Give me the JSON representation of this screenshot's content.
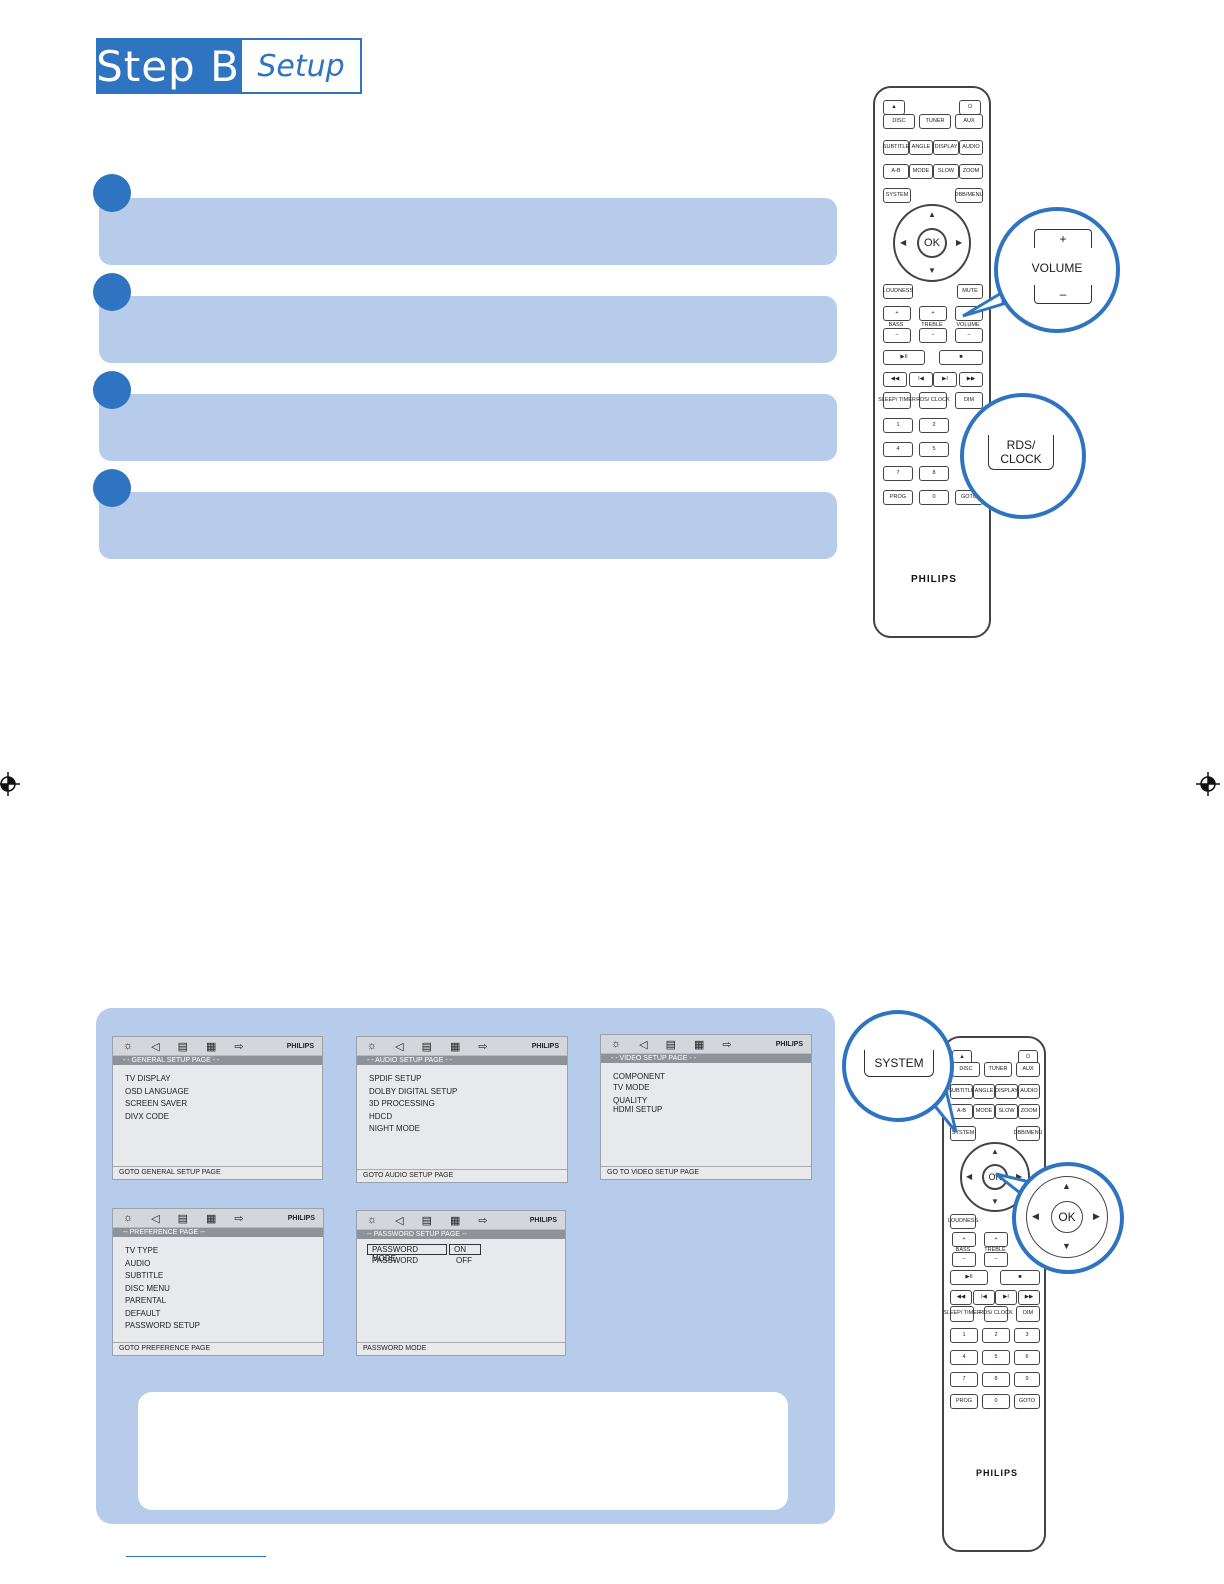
{
  "header": {
    "step": "Step B",
    "section": "Setup"
  },
  "steps": [
    {
      "num": "",
      "text": ""
    },
    {
      "num": "",
      "text": ""
    },
    {
      "num": "",
      "text": ""
    },
    {
      "num": "",
      "text": ""
    }
  ],
  "remote_top": {
    "buttons": {
      "eject": "▲",
      "power": "⏻",
      "disc": "DISC",
      "tuner": "TUNER",
      "aux": "AUX",
      "subtitle": "SUBTITLE",
      "angle": "ANGLE",
      "display": "DISPLAY",
      "audio": "AUDIO",
      "ab": "A-B",
      "mode": "MODE",
      "slow": "SLOW",
      "zoom": "ZOOM",
      "system": "SYSTEM",
      "dbbmenu": "DBB/MENU",
      "ok": "OK",
      "loudness": "LOUDNESS",
      "mute": "MUTE",
      "bass": "BASS",
      "treble": "TREBLE",
      "volume": "VOLUME",
      "play": "▶II",
      "stop": "■",
      "rew": "◀◀",
      "prev": "I◀",
      "next": "▶I",
      "ffw": "▶▶",
      "sleep": "SLEEP/ TIMER",
      "rds": "RDS/ CLOCK",
      "dim": "DIM",
      "n1": "1",
      "n2": "2",
      "n4": "4",
      "n5": "5",
      "n7": "7",
      "n8": "8",
      "prog": "PROG",
      "n0": "0",
      "goto": "GOTO",
      "plus": "+",
      "minus": "–"
    },
    "brand": "PHILIPS"
  },
  "callout_volume": {
    "plus": "+",
    "label": "VOLUME",
    "minus": "–"
  },
  "callout_rds": {
    "label": "RDS/ CLOCK"
  },
  "callout_system": {
    "label": "SYSTEM"
  },
  "callout_ok": {
    "label": "OK"
  },
  "remote_bottom": {
    "buttons": {
      "eject": "▲",
      "power": "⏻",
      "disc": "DISC",
      "tuner": "TUNER",
      "aux": "AUX",
      "subtitle": "SUBTITLE",
      "angle": "ANGLE",
      "display": "DISPLAY",
      "audio": "AUDIO",
      "ab": "A-B",
      "mode": "MODE",
      "slow": "SLOW",
      "zoom": "ZOOM",
      "system": "SYSTEM",
      "dbbmenu": "DBB/MENU",
      "ok": "OK",
      "loudness": "LOUDNESS",
      "bass": "BASS",
      "treble": "TREBLE",
      "play": "▶II",
      "stop": "■",
      "rew": "◀◀",
      "prev": "I◀",
      "next": "▶I",
      "ffw": "▶▶",
      "sleep": "SLEEP/ TIMER",
      "rds": "RDS/ CLOCK",
      "dim": "DIM",
      "n1": "1",
      "n2": "2",
      "n3": "3",
      "n4": "4",
      "n5": "5",
      "n6": "6",
      "n7": "7",
      "n8": "8",
      "n9": "9",
      "prog": "PROG",
      "n0": "0",
      "goto": "GOTO",
      "plus": "+",
      "minus": "–"
    },
    "brand": "PHILIPS"
  },
  "screens": {
    "brand": "PHILIPS",
    "general": {
      "title": "- - GENERAL  SETUP  PAGE - -",
      "items": [
        "TV DISPLAY",
        "OSD LANGUAGE",
        "SCREEN SAVER",
        "DIVX CODE"
      ],
      "footer": "GOTO GENERAL SETUP PAGE"
    },
    "audio": {
      "title": "- - AUDIO  SETUP  PAGE - -",
      "items": [
        "SPDIF SETUP",
        "DOLBY DIGITAL SETUP",
        "3D PROCESSING",
        "HDCD",
        "NIGHT MODE"
      ],
      "footer": "GOTO AUDIO SETUP PAGE"
    },
    "video": {
      "title": "- - VIDEO SETUP PAGE - -",
      "items": [
        "COMPONENT",
        "TV MODE",
        "QUALITY",
        "HDMI SETUP"
      ],
      "footer": "GO TO VIDEO SETUP PAGE"
    },
    "preference": {
      "title": "-- PREFERENCE PAGE --",
      "items": [
        "TV TYPE",
        "AUDIO",
        "SUBTITLE",
        "DISC MENU",
        "PARENTAL",
        "DEFAULT",
        "PASSWORD SETUP"
      ],
      "footer": "GOTO PREFERENCE PAGE"
    },
    "password": {
      "title": "-- PASSWORD SETUP PAGE --",
      "row1_label": "PASSWORD MODE",
      "row1_value": "ON",
      "row2_label": "PASSWORD",
      "row2_value": "OFF",
      "footer": "PASSWORD MODE"
    }
  },
  "icons": {
    "gear": "☼",
    "speaker": "◁",
    "display": "▤",
    "grid": "▦",
    "exit": "⇨"
  }
}
